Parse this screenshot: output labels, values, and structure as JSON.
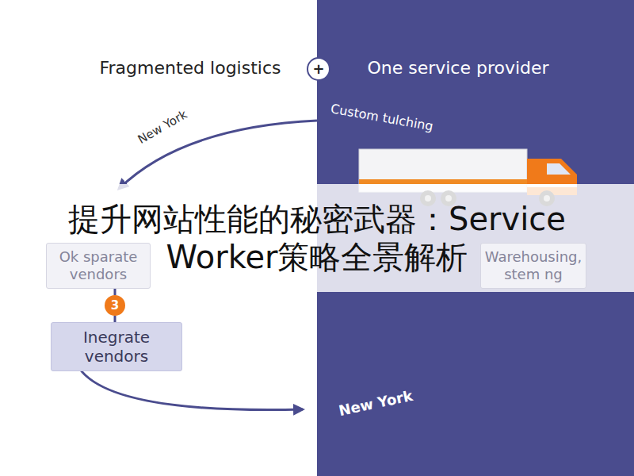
{
  "diagram": {
    "title": "提升网站性能的秘密武器：Service Worker策略全景解析",
    "nodes": [
      {
        "text": [
          "+"
        ]
      },
      {
        "text": [
          "Ok sparate vendors"
        ]
      },
      {
        "text": [
          "Warehousing, stem ng"
        ]
      },
      {
        "text": [
          "3"
        ]
      },
      {
        "text": [
          "Inegrate vendors"
        ]
      }
    ],
    "edges": [
      {
        "from": 1,
        "to": 3,
        "arrow": "none"
      },
      {
        "from": 3,
        "to": 4,
        "arrow": "none"
      }
    ],
    "labels": [
      "Fragmented logistics",
      "One service provider",
      "Custom tulching",
      "New York",
      "New York"
    ]
  }
}
